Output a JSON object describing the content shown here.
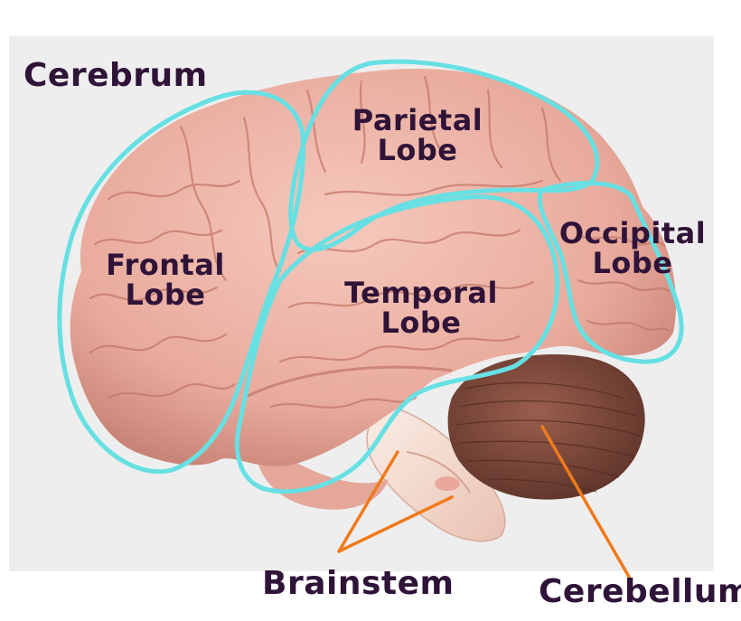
{
  "labels": {
    "cerebrum": "Cerebrum",
    "parietal": [
      "Parietal",
      "Lobe"
    ],
    "frontal": [
      "Frontal",
      "Lobe"
    ],
    "temporal": [
      "Temporal",
      "Lobe"
    ],
    "occipital": [
      "Occipital",
      "Lobe"
    ],
    "brainstem": "Brainstem",
    "cerebellum": "Cerebellum"
  },
  "colors": {
    "background": "#eeeeee",
    "brain": "#eab1a3",
    "brain_fold": "#c98477",
    "cerebellum": "#7c4a3d",
    "brainstem": "#f4dbcf",
    "outline": "#66e0e3",
    "pointer": "#f07a1c",
    "label": "#2f1338"
  }
}
